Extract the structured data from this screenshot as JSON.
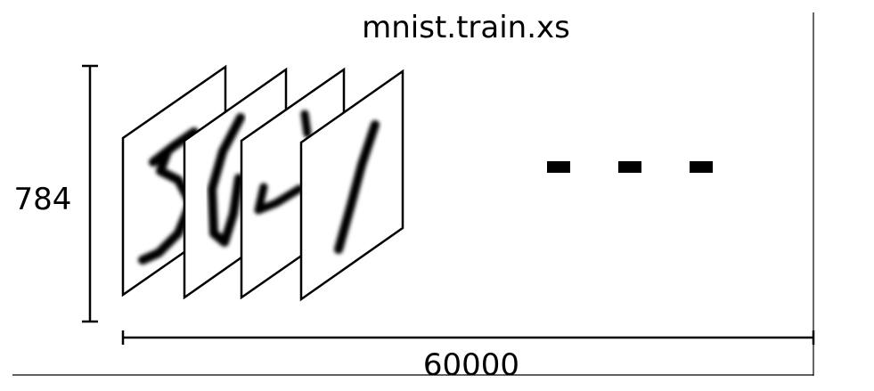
{
  "diagram": {
    "title": "mnist.train.xs",
    "height_label": "784",
    "width_label": "60000",
    "images": [
      {
        "digit": "5"
      },
      {
        "digit": "0"
      },
      {
        "digit": "4"
      },
      {
        "digit": "1"
      }
    ],
    "ellipsis": "- - -"
  },
  "colors": {
    "stroke": "#000000",
    "background": "#ffffff"
  }
}
